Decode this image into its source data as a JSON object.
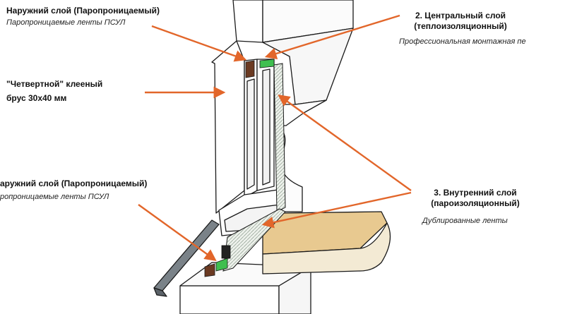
{
  "labels": {
    "outer_top_title": "Наружний слой (Паропроницаемый)",
    "outer_top_sub": "Паропроницаемые ленты ПСУЛ",
    "central_title_1": "2. Центральный слой",
    "central_title_2": "(теплоизоляционный)",
    "central_sub": "Профессиональная монтажная пе",
    "beam_line_1": "\"Четвертной\" клееный",
    "beam_line_2": "брус 30x40 мм",
    "outer_bottom_title": "аружний слой (Паропроницаемый)",
    "outer_bottom_sub": "ропроницаемые ленты ПСУЛ",
    "inner_title_1": "3. Внутренний слой",
    "inner_title_2": "(пароизоляционный)",
    "inner_sub": "Дублированные ленты"
  },
  "colors": {
    "arrow": "#e2662a",
    "sill": "#e8c990",
    "sill_edge": "#f3ead4",
    "insulation": "#3fbf4f",
    "outer_tape": "#6b3a22",
    "flashing": "#7a8288",
    "outline": "#1a1a1a"
  }
}
